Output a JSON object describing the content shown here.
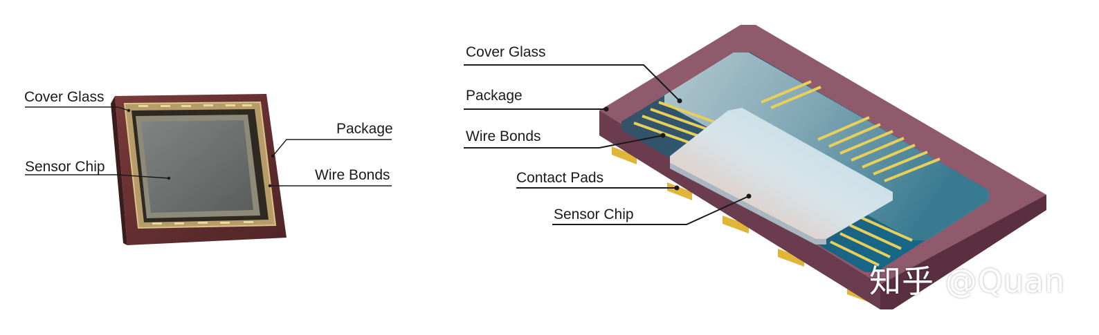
{
  "left_diagram": {
    "labels": {
      "cover_glass": "Cover Glass",
      "sensor_chip": "Sensor Chip",
      "package": "Package",
      "wire_bonds": "Wire Bonds"
    }
  },
  "right_diagram": {
    "labels": {
      "cover_glass": "Cover Glass",
      "package": "Package",
      "wire_bonds": "Wire Bonds",
      "contact_pads": "Contact Pads",
      "sensor_chip": "Sensor Chip"
    }
  },
  "watermark": "知乎 @Quan",
  "colors": {
    "package": "#8e5a6c",
    "package_dark": "#6e3f52",
    "gold": "#e3c04a",
    "glass": "#9cc3cf",
    "teal": "#1f6f86",
    "sensor_left": "#6b6f6d"
  }
}
